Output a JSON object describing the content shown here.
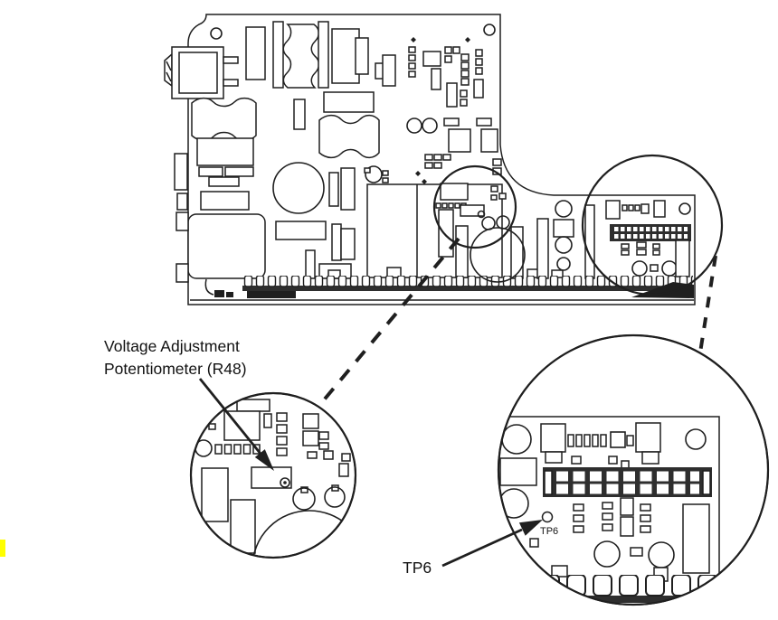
{
  "diagram": {
    "callout_potentiometer_line1": "Voltage Adjustment",
    "callout_potentiometer_line2": "Potentiometer (R48)",
    "callout_tp6": "TP6",
    "board_tp6_label": "TP6",
    "colors": {
      "line": "#1f1f1f",
      "background": "#ffffff",
      "highlight_marker": "#ffff00"
    }
  }
}
